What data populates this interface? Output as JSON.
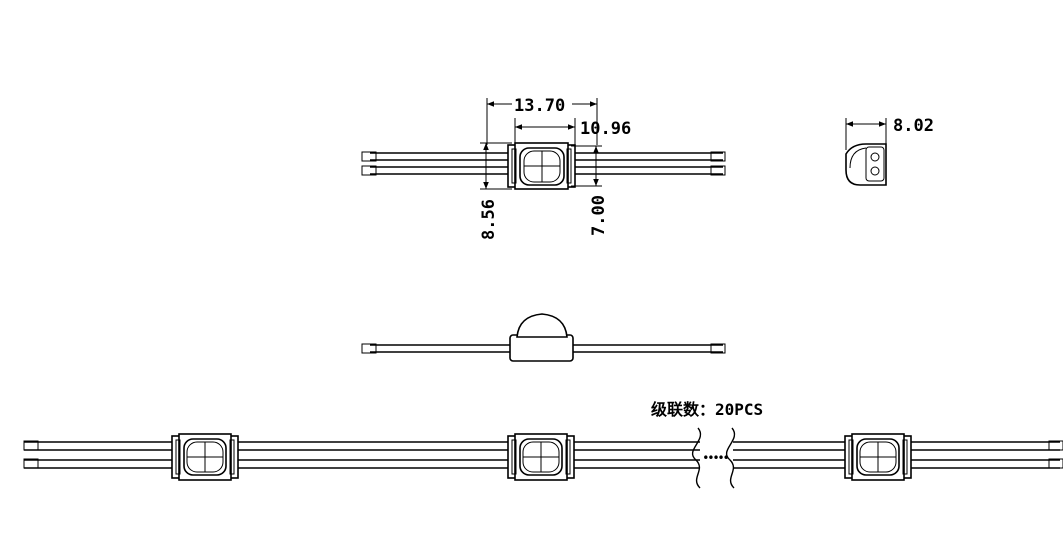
{
  "dimensions": {
    "overall_width": "13.70",
    "lens_width": "10.96",
    "overall_height": "8.56",
    "body_height": "7.00",
    "side_depth": "8.02"
  },
  "chain_note": "级联数：20PCS",
  "chain_dots": "•••••"
}
